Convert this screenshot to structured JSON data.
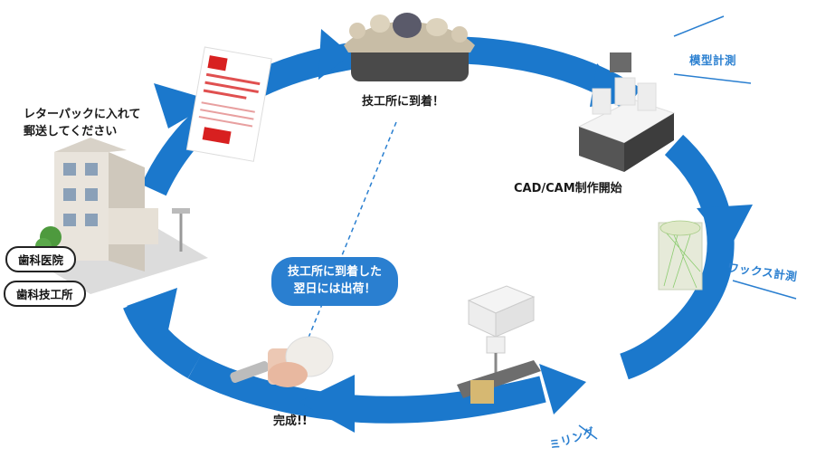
{
  "colors": {
    "arrow_blue": "#1b78cc",
    "accent_blue": "#2a7fd0",
    "dark": "#1a1a1a"
  },
  "steps": {
    "send": "レターパックに入れて\n郵送してください",
    "arrival": "技工所に到着！",
    "cad_cam": "CAD/CAM制作開始",
    "complete": "完成!!"
  },
  "stage_labels": {
    "model_scan": "模型計測",
    "wax_scan": "ワックス計測",
    "milling": "ミリング"
  },
  "pills": {
    "clinic": "歯科医院",
    "lab": "歯科技工所"
  },
  "bubble": {
    "text": "技工所に到着した\n翌日には出荷！"
  }
}
